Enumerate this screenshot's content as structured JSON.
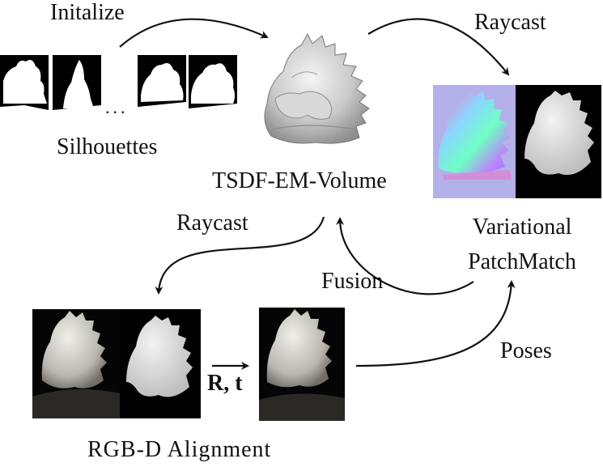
{
  "labels": {
    "initialize": "Initalize",
    "silhouettes": "Silhouettes",
    "dots": "...",
    "tsdf_volume": "TSDF-EM-Volume",
    "raycast_top": "Raycast",
    "raycast_left": "Raycast",
    "variational": "Variational",
    "patchmatch": "PatchMatch",
    "fusion": "Fusion",
    "rt_label": "R, t",
    "poses": "Poses",
    "rgbd_alignment": "RGB-D Alignment"
  },
  "colors": {
    "ink": "#111111",
    "normal_map_bg": "#b3b0ea",
    "depth_bg": "#000000",
    "depth_fg": "#d8d8d8",
    "photo_bg": "#050505"
  }
}
